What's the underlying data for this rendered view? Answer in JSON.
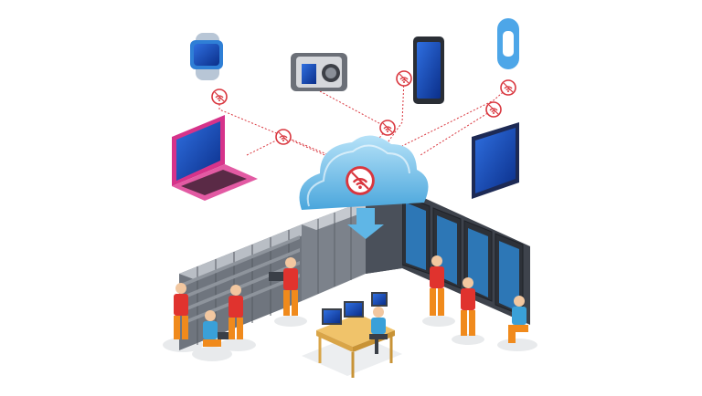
{
  "illustration": {
    "devices": [
      {
        "name": "smartwatch",
        "color": "#2f7fd6"
      },
      {
        "name": "action-camera",
        "color": "#6b6f77"
      },
      {
        "name": "smartphone",
        "color": "#1f4fb0"
      },
      {
        "name": "fitness-band",
        "color": "#4da6e8"
      },
      {
        "name": "laptop",
        "color": "#d6338a"
      },
      {
        "name": "tablet",
        "color": "#2452c4"
      }
    ],
    "colors": {
      "cloud": "#5fb6e6",
      "cloud_light": "#9fd6f5",
      "link_line": "#d9363e",
      "wifi_badge": "#d9363e",
      "server_rack": "#4a4f59",
      "server_front": "#8f969f",
      "rack_glow": "#2d8fe0",
      "worker_shirt": "#e0332e",
      "worker_pants": "#f08a1c",
      "floor_shadow": "#e6e8ea",
      "desk": "#f0c36a"
    }
  }
}
